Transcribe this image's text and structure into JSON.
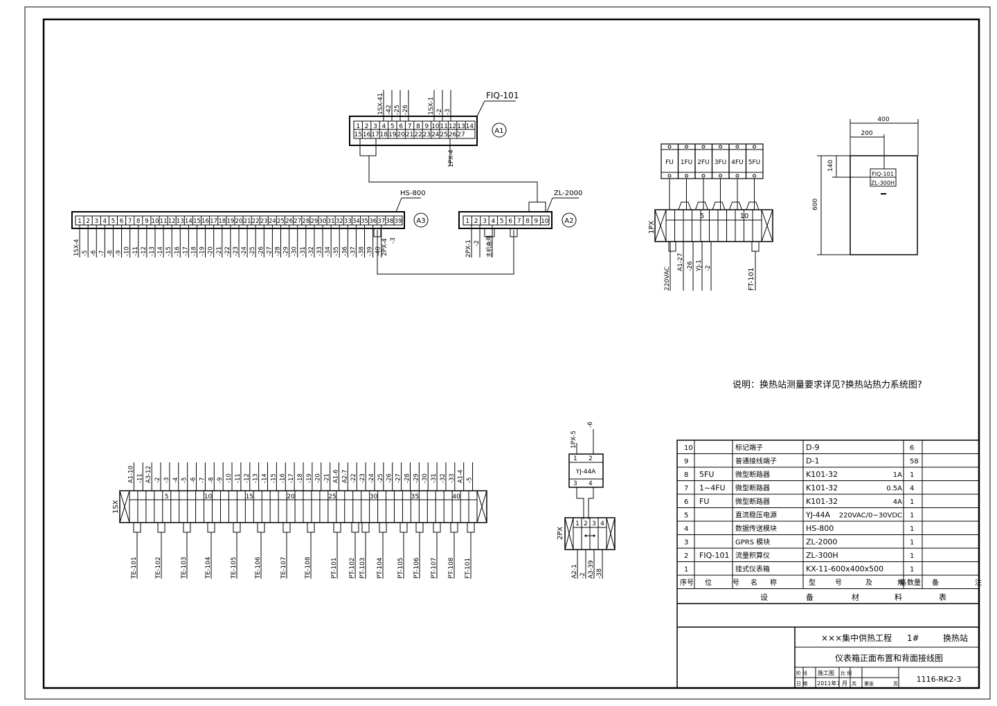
{
  "blocks": {
    "A1": {
      "tag": "FIQ-101",
      "circle": "A1",
      "top": [
        "1",
        "2",
        "3",
        "4",
        "5",
        "6",
        "7",
        "8",
        "9",
        "10",
        "11",
        "12",
        "13",
        "14"
      ],
      "bottom": [
        "15",
        "16",
        "17",
        "18",
        "19",
        "20",
        "21",
        "22",
        "23",
        "24",
        "25",
        "26",
        "27"
      ],
      "wires_top": [
        "1SX-41",
        "-42",
        "-25",
        "-26",
        "1SX-1",
        "-2",
        "-3"
      ],
      "wire_bottom": "1PX-4"
    },
    "A2": {
      "tag": "ZL-2000",
      "circle": "A2",
      "nums": [
        "1",
        "2",
        "3",
        "4",
        "5",
        "6",
        "7",
        "8",
        "9",
        "10"
      ],
      "wires": [
        "2PX-1",
        "-2",
        "主机备用"
      ]
    },
    "A3": {
      "tag": "HS-800",
      "circle": "A3",
      "nums": [
        "1",
        "2",
        "3",
        "4",
        "5",
        "6",
        "7",
        "8",
        "9",
        "10",
        "11",
        "12",
        "13",
        "14",
        "15",
        "16",
        "17",
        "18",
        "19",
        "20",
        "21",
        "22",
        "23",
        "24",
        "25",
        "26",
        "27",
        "28",
        "29",
        "30",
        "31",
        "32",
        "33",
        "34",
        "35",
        "36",
        "37",
        "38",
        "39"
      ],
      "wires": [
        "1SX-4",
        "-5",
        "-6",
        "-7",
        "-8",
        "-9",
        "-10",
        "-11",
        "-12",
        "-13",
        "-14",
        "-15",
        "-16",
        "-17",
        "-18",
        "-19",
        "-20",
        "-21",
        "-22",
        "-23",
        "-24",
        "-25",
        "-26",
        "-27",
        "-28",
        "-29",
        "-30",
        "-31",
        "-32",
        "-33",
        "-34",
        "-35",
        "-36",
        "-37",
        "-38",
        "-39",
        "-40"
      ],
      "wire_2px": [
        "2PX-4",
        "-3"
      ]
    }
  },
  "fuse_panel": {
    "fuses": [
      "FU",
      "1FU",
      "2FU",
      "3FU",
      "4FU",
      "5FU"
    ],
    "strip": "1PX",
    "marks": [
      "5",
      "10"
    ],
    "wires_left": [
      "220VAC",
      "A1-27",
      "-26",
      "YJ-1",
      "-2"
    ],
    "wire_right": "FT-101"
  },
  "cabinet": {
    "dim_width": "400",
    "dim_half": "200",
    "dim_height": "600",
    "dim_top": "140",
    "label1": "FIQ-101",
    "label2": "ZL-300H"
  },
  "note": "说明：换热站测量要求详见?换热站热力系统图?",
  "strip_1sx": {
    "label": "1SX",
    "marks": [
      "5",
      "10",
      "15",
      "20",
      "25",
      "30",
      "35",
      "40"
    ],
    "top_wires": [
      "A1-10",
      "-11",
      "A3-12",
      "-2",
      "-3",
      "-4",
      "-5",
      "-6",
      "-7",
      "-8",
      "-9",
      "-10",
      "-11",
      "-12",
      "-13",
      "-14",
      "-15",
      "-16",
      "-17",
      "-18",
      "-19",
      "-20",
      "-21",
      "A1-6",
      "A2-7",
      "-22",
      "-23",
      "-24",
      "-25",
      "-26",
      "-27",
      "-28",
      "-29",
      "-30",
      "-31",
      "-32",
      "-33",
      "A1-4",
      "-5"
    ],
    "bottom_labels": [
      "TE-101",
      "TE-102",
      "TE-103",
      "TE-104",
      "TE-105",
      "TE-106",
      "TE-107",
      "TE-108",
      "PT-101",
      "PT-102",
      "PT-103",
      "PT-104",
      "PT-105",
      "PT-106",
      "PT-107",
      "PT-108",
      "FT-101"
    ]
  },
  "power_module": {
    "name": "YJ-44A",
    "pins": [
      "1",
      "2",
      "3",
      "4"
    ],
    "wires_top": [
      "1PX-5",
      "-6"
    ],
    "strip": "2PX",
    "strip_nums": [
      "1",
      "2",
      "3",
      "4"
    ],
    "wires_bottom": [
      "A2-1",
      "-2",
      "A3-39",
      "-38"
    ]
  },
  "bom": {
    "rows": [
      {
        "no": "10",
        "pos": "",
        "name": "标记端子",
        "model": "D-9",
        "extra": "",
        "qty": "6"
      },
      {
        "no": "9",
        "pos": "",
        "name": "普通接线端子",
        "model": "D-1",
        "extra": "",
        "qty": "58"
      },
      {
        "no": "8",
        "pos": "5FU",
        "name": "微型断路器",
        "model": "K101-32",
        "extra": "1A",
        "qty": "1"
      },
      {
        "no": "7",
        "pos": "1~4FU",
        "name": "微型断路器",
        "model": "K101-32",
        "extra": "0.5A",
        "qty": "4"
      },
      {
        "no": "6",
        "pos": "FU",
        "name": "微型断路器",
        "model": "K101-32",
        "extra": "4A",
        "qty": "1"
      },
      {
        "no": "5",
        "pos": "",
        "name": "直流稳压电源",
        "model": "YJ-44A",
        "extra": "220VAC/0~30VDC",
        "qty": "1"
      },
      {
        "no": "4",
        "pos": "",
        "name": "数据传送模块",
        "model": "HS-800",
        "extra": "",
        "qty": "1"
      },
      {
        "no": "3",
        "pos": "",
        "name": "GPRS 模块",
        "model": "ZL-2000",
        "extra": "",
        "qty": "1"
      },
      {
        "no": "2",
        "pos": "FIQ-101",
        "name": "流量积算仪",
        "model": "ZL-300H",
        "extra": "",
        "qty": "1"
      },
      {
        "no": "1",
        "pos": "",
        "name": "挂式仪表箱",
        "model": "KX-11-600x400x500",
        "extra": "",
        "qty": "1"
      }
    ],
    "header": [
      "序号",
      "位",
      "号",
      "名",
      "称",
      "型",
      "号",
      "及",
      "规",
      "格",
      "数量",
      "备",
      "注"
    ],
    "caption": [
      "设",
      "备",
      "材",
      "料",
      "表"
    ]
  },
  "title_block": {
    "project": "×××集中供热工程",
    "station_no": "1#",
    "station": "换热站",
    "drawing": "仪表箱正面布置和背面接线图",
    "stage_label": "阶 段",
    "stage": "施工图",
    "scale_label": "比 例",
    "date_label": "日 期",
    "date": "2011年7 月",
    "sheets": "共",
    "sheet_of": "第张",
    "page": "页",
    "code": "1116-RK2-3"
  }
}
